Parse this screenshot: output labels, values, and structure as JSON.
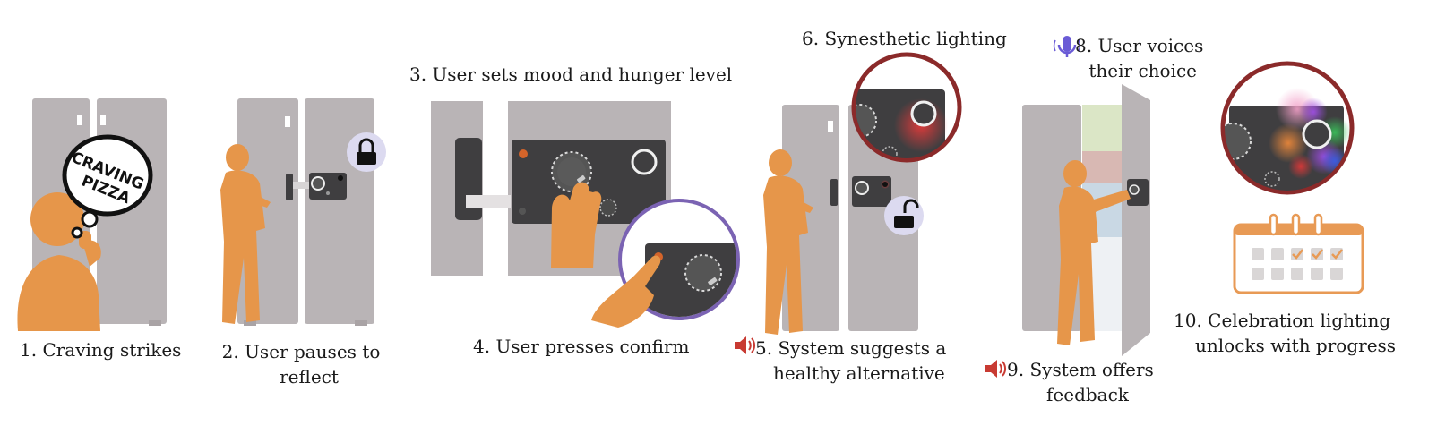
{
  "colors": {
    "fridge": "#b9b4b6",
    "fridge_dark": "#a9a3a5",
    "person": "#e6964a",
    "panel": "#3f3e40",
    "lock_bg": "#dcdaf0",
    "zoom_red": "#8b2a2a",
    "zoom_purple": "#7b63b3",
    "speaker": "#c83a32",
    "mic": "#6a5bd6",
    "calendar": "#e89a55"
  },
  "icons": [
    "thought-bubble",
    "lock-icon",
    "unlock-icon",
    "speaker-icon",
    "microphone-icon",
    "calendar-icon",
    "checkmark-icon"
  ],
  "bubble": {
    "line1": "CRAVING",
    "line2": "PIZZA"
  },
  "steps": {
    "s1": "1. Craving strikes",
    "s2_line1": "2. User pauses to",
    "s2_line2": "reflect",
    "s3": "3. User sets mood and hunger level",
    "s4": "4. User presses confirm",
    "s5_line1": "5. System suggests a",
    "s5_line2": "healthy alternative",
    "s6": "6. Synesthetic lighting",
    "s8_line1": "8. User voices",
    "s8_line2": "their choice",
    "s9_line1": "9. System offers",
    "s9_line2": "feedback",
    "s10_line1": "10. Celebration lighting",
    "s10_line2": "unlocks with progress"
  }
}
